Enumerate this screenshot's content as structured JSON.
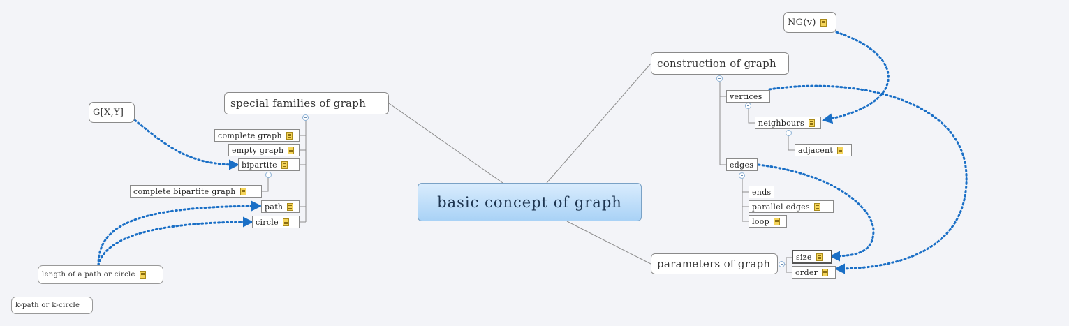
{
  "central_topic": "basic concept of graph",
  "main_topics": {
    "special_families": "special families of graph",
    "construction": "construction of graph",
    "parameters": "parameters of graph"
  },
  "special_families": {
    "complete_graph": "complete graph",
    "empty_graph": "empty graph",
    "bipartite": "bipartite",
    "complete_bipartite": "complete bipartite graph",
    "path": "path",
    "circle": "circle"
  },
  "construction": {
    "vertices": "vertices",
    "neighbours": "neighbours",
    "adjacent": "adjacent",
    "edges": "edges",
    "ends": "ends",
    "parallel_edges": "parallel edges",
    "loop": "loop"
  },
  "parameters": {
    "size": "size",
    "order": "order"
  },
  "floating_topics": {
    "ng_v": "NG(v)",
    "g_xy": "G[X,Y]",
    "length_path_circle": "length of a path or circle",
    "k_path_circle": "k-path or k-circle"
  },
  "colors": {
    "relationship_arrow": "#1a6fc6",
    "branch_line": "#8c8c8c",
    "central_fill_top": "#d9ecfd",
    "central_fill_bottom": "#a9d2f6"
  },
  "icons": {
    "note": "note-icon",
    "collapse": "collapse-icon"
  }
}
